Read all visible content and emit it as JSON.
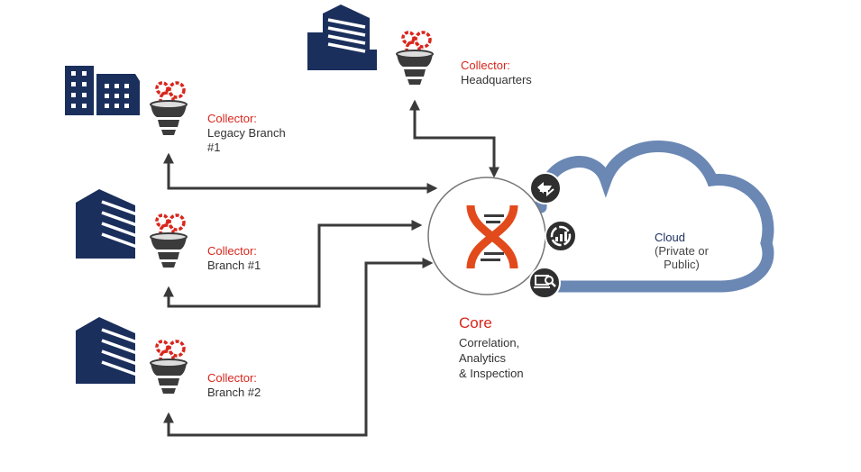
{
  "collectors": [
    {
      "id": "hq",
      "title": "Collector:",
      "name": "Headquarters"
    },
    {
      "id": "legacy",
      "title": "Collector:",
      "name": "Legacy Branch #1",
      "name_line1": "Legacy Branch",
      "name_line2": "#1"
    },
    {
      "id": "branch1",
      "title": "Collector:",
      "name": "Branch #1"
    },
    {
      "id": "branch2",
      "title": "Collector:",
      "name": "Branch #2"
    }
  ],
  "core": {
    "title": "Core",
    "desc_line1": "Correlation,",
    "desc_line2": "Analytics",
    "desc_line3": "& Inspection",
    "icons": [
      "exchange-arrows-icon",
      "analytics-chart-icon",
      "laptop-inspect-icon"
    ]
  },
  "cloud": {
    "title": "Cloud",
    "desc_line1": "(Private or",
    "desc_line2": "Public)"
  },
  "colors": {
    "building_navy": "#1b2f5c",
    "accent_red": "#d9261c",
    "funnel_gray": "#3b3b3b",
    "cloud_blue": "#6b88b4",
    "arrow_gray": "#3a3a3a"
  }
}
